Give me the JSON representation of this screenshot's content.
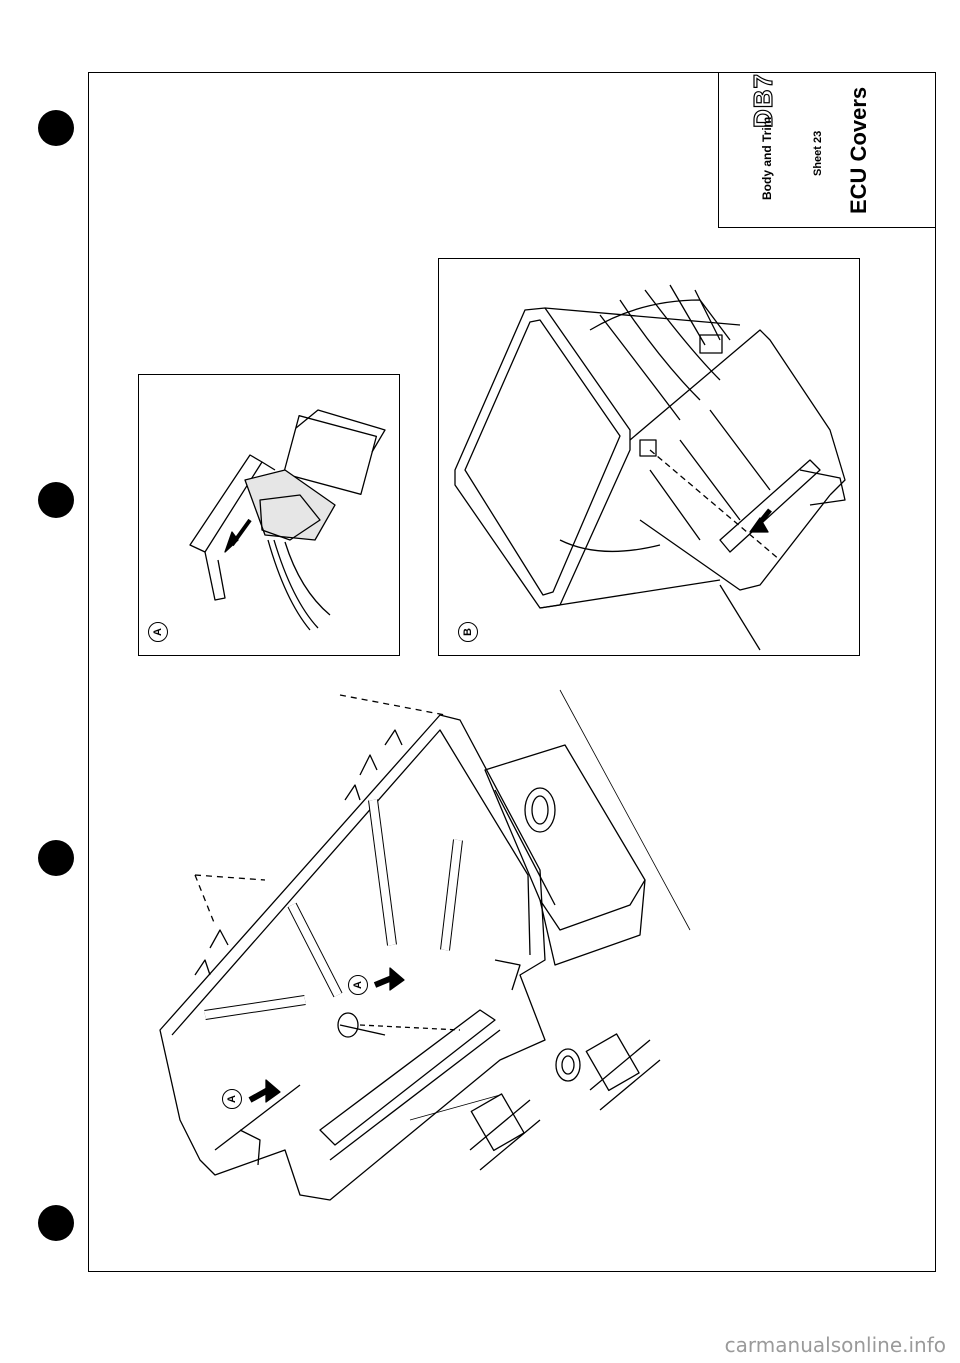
{
  "title_block": {
    "logo": "DB7",
    "section": "Body and Trim",
    "sheet": "Sheet 23",
    "title": "ECU Covers"
  },
  "panels": {
    "a_label": "A",
    "b_label": "B"
  },
  "main_figure": {
    "callout_1": "A",
    "callout_2": "A"
  },
  "watermark": "carmanualsonline.info"
}
